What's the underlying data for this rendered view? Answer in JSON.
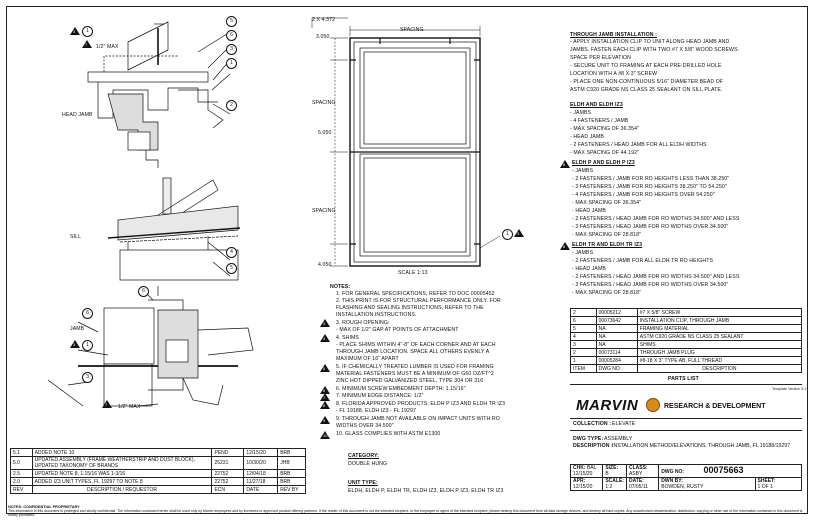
{
  "drawing": {
    "section_labels": {
      "head_jamb": "HEAD JAMB",
      "sill": "SILL",
      "jamb": "JAMB"
    },
    "dim_half_max": "1/2\" MAX",
    "dim_half_max_jamb": "1/2\" MAX",
    "elevation": {
      "top_dim": "2 X 4.372",
      "spacing_top": "SPACING",
      "dim_left_top": "3.050",
      "dim_left_mid": "5.050",
      "dim_left_bottom": "4.050",
      "spacing_side_1": "SPACING",
      "spacing_side_2": "SPACING",
      "scale": "SCALE 1:13"
    },
    "callouts": [
      "1",
      "2",
      "3",
      "4",
      "5",
      "6"
    ]
  },
  "install_notes": {
    "title": "THROUGH JAMB INSTALLATION :",
    "lines": [
      "- APPLY INSTALLATION CLIP TO UNIT ALONG HEAD JAMB AND",
      "  JAMBS. FASTEN EACH CLIP WITH TWO #7 X 5/8\" WOOD SCREWS.",
      "  SPACE PER ELEVATION",
      "- SECURE UNIT TO FRAMING AT EACH PRE-DRILLED HOLE",
      "  LOCATION WITH A #8 X 3\" SCREW",
      "- PLACE ONE NON-CONTINUOUS 5/16\" DIAMETER BEAD OF",
      "  ASTM C920 GRADE NS CLASS 25 SEALANT ON SILL PLATE."
    ]
  },
  "spacing_groups": [
    {
      "title": "ELDH AND ELDH IZ3",
      "lines": [
        "- JAMBS",
        "  - 4 FASTENERS / JAMB",
        "  - MAX SPACING OF 36.354\"",
        "- HEAD JAMB",
        "  - 2 FASTENERS / HEAD JAMB FOR ALL ELDH WIDTHS",
        "  - MAX SPACING OF 44.192\""
      ]
    },
    {
      "title": "ELDH P AND ELDH P IZ3",
      "lines": [
        "- JAMBS",
        "  - 2 FASTENERS / JAMB FOR RO HEIGHTS LESS THAN 38.250\"",
        "  - 3 FASTENERS / JAMB FOR RO HEIGHTS 38.250\" TO 54.250\"",
        "  - 4 FASTENERS / JAMB FOR RO HEIGHTS OVER 54.250\"",
        "  - MAX SPACING OF 36.354\"",
        "- HEAD JAMB",
        "  - 2 FASTENERS / HEAD JAMB FOR RO WIDTHS 34.500\" AND LESS",
        "  - 3 FASTENERS / HEAD JAMB FOR RO WIDTHS OVER 34.500\"",
        "  - MAX SPACING OF 28.818\""
      ]
    },
    {
      "title": "ELDH TR AND ELDH TR IZ3",
      "lines": [
        "- JAMBS",
        "  - 2 FASTENERS / JAMB FOR ALL ELDH TR RO HEIGHTS",
        "- HEAD JAMB",
        "  - 2 FASTENERS / HEAD JAMB FOR RO WIDTHS 34.500\" AND LESS",
        "  - 3 FASTENERS / HEAD JAMB FOR RO WIDTHS OVER 34.500\"",
        "  - MAX SPACING OF 28.818\""
      ]
    }
  ],
  "parts_list": {
    "rows": [
      [
        "2",
        "00005212",
        "#7 X 5/8\" SCREW"
      ],
      [
        "6",
        "00073642",
        "INSTALLATION CLIP, THROUGH JAMB"
      ],
      [
        "5",
        "NA",
        "FRAMING MATERIAL"
      ],
      [
        "4",
        "NA",
        "ASTM C920 GRADE NS CLASS 25 SEALANT"
      ],
      [
        "3",
        "NA",
        "SHIMS"
      ],
      [
        "2",
        "00073114",
        "THROUGH JAMB PLUG"
      ],
      [
        "1",
        "00005284",
        "#8-18 X 3\" TYPE AB, FULL THREAD"
      ],
      [
        "ITEM",
        "DWG NO",
        "DESCRIPTION"
      ]
    ],
    "title": "PARTS LIST"
  },
  "notes": {
    "title": "NOTES:",
    "lines": [
      "1. FOR GENERAL SPECIFICATIONS, REFER TO DOC 00005452",
      "2. THIS PRINT IS FOR STRUCTURAL PERFORMANCE ONLY. FOR",
      "   FLASHING AND SEALING INSTRUCTIONS, REFER TO THE",
      "   INSTALLATION INSTRUCTIONS.",
      "3. ROUGH OPENING:",
      "   - MAX OF 1/2\" GAP AT POINTS OF ATTACHMENT",
      "4. SHIMS",
      "   - PLACE SHIMS WITHIN 4\"-8\" OF EACH CORNER AND AT EACH",
      "     THROUGH JAMB LOCATION. SPACE ALL OTHERS EVENLY A",
      "     MAXIMUM OF 16\" APART",
      "5. IF CHEMICALLY TREATED LUMBER IS USED FOR FRAMING",
      "   MATERIAL FASTENERS MUST BE A MINIMUM OF G60 OZ/FT^2",
      "   ZINC HOT DIPPED GALVANIZED STEEL, TYPE 304 OR 316",
      "6. MINIMUM SCREW EMBEDMENT DEPTH: 1.15/16\"",
      "7. MINIMUM EDGE DISTANCE: 1/2\"",
      "8. FLORIDA APPROVED PRODUCTS: ELDH P IZ3 AND ELDH TR IZ3",
      "   - FL 19188, ELDH IZ3 - FL 19297",
      "9. THROUGH JAMB NOT AVAILABLE ON IMPACT UNITS WITH RO",
      "   WIDTHS OVER 34.500\"",
      "10. GLASS COMPLIES WITH ASTM E1300"
    ]
  },
  "category": {
    "title": "CATEGORY:",
    "value": "DOUBLE HUNG"
  },
  "unit_type": {
    "title": "UNIT TYPE:",
    "value": "ELDH, ELDH P, ELDH TR, ELDH IZ3, ELDH P IZ3, ELDH TR IZ3"
  },
  "revisions": {
    "rows": [
      [
        "5.1",
        "ADDED NOTE 10",
        "PEND",
        "12/15/20",
        "BRB"
      ],
      [
        "5.0",
        "UPDATED ASSEMBLY (FRAME WEATHERSTRIP AND DUST BLOCK), UPDATED TAXONOMY OF BRANDS",
        "25231",
        "10/30/20",
        "JHB"
      ],
      [
        "2.5",
        "UPDATED NOTE 8, 1.15/16 WAS 1-3/16",
        "22752",
        "12/04/18",
        "BRB"
      ],
      [
        "2.0",
        "ADDED IZ3 UNIT TYPES, FL 19297 TO NOTE 8",
        "22752",
        "11/27/18",
        "BRB"
      ],
      [
        "REV",
        "DESCRIPTION / REQUESTOR",
        "ECN",
        "DATE",
        "REV BY"
      ]
    ]
  },
  "title_block": {
    "brand": "MARVIN",
    "dept": "RESEARCH & DEVELOPMENT",
    "collection_label": "COLLECTION :",
    "collection": "ELEVATE",
    "dwg_type_label": "DWG TYPE:",
    "dwg_type": "ASSEMBLY",
    "description_label": "DESCRIPTION :",
    "description": "INSTALLATION METHOD/ELEVATIONS, THROUGH JAMB, FL 19188/19297",
    "chk_label": "CHK:",
    "chk": "BAL",
    "chk_date": "12/15/20",
    "size_label": "SIZE:",
    "size": "B",
    "class_label": "CLASS:",
    "class": "ASBY",
    "dwg_no_label": "DWG NO:",
    "dwg_no": "00075663",
    "apr_label": "APR:",
    "apr_date": "12/15/20",
    "scale_label": "SCALE:",
    "scale": "1:2",
    "date_label": "DATE:",
    "date": "07/05/11",
    "dwn_label": "DWN BY:",
    "dwn": "BOWDEN, RUSTY",
    "sheet_label": "SHEET:",
    "sheet": "1 OF 1",
    "template": "Template Version 5.1"
  },
  "footer": {
    "hdr": "NOTES: CONFIDENTIAL PROPRIETARY",
    "text": "This information in this document is privileged and strictly confidential. The information contained herein shall be used only by Marvin employees and by licensees or approved product offering partners. If the reader of this document is not the intended recipient, or the employee or agent of the intended recipient, please destroy this document from all data storage devices, and destroy all hard copies. Any unauthorized dissemination, distribution, copying or other use of the information contained in this document is strictly prohibited."
  }
}
